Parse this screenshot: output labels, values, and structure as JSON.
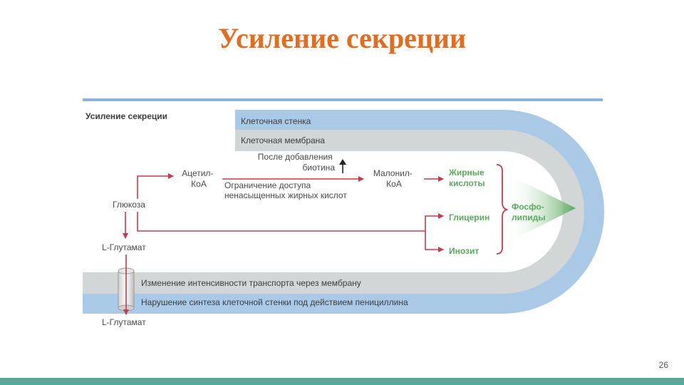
{
  "slide": {
    "title": "Усиление секреции",
    "page_number": "26"
  },
  "diagram": {
    "header": "Усиление секреции",
    "cell_wall": "Клеточная стенка",
    "cell_membrane": "Клеточная мембрана",
    "after_biotin_line1": "После добавления",
    "after_biotin_line2": "биотина",
    "acetyl_line1": "Ацетил-",
    "acetyl_line2": "КоА",
    "malonyl_line1": "Малонил-",
    "malonyl_line2": "КоА",
    "restriction_line1": "Ограничение доступа",
    "restriction_line2": "ненасыщенных жирных кислот",
    "glucose": "Глюкоза",
    "glutamate_inner": "L-Глутамат",
    "glutamate_outer": "L-Глутамат",
    "fatty_acids_line1": "Жирные",
    "fatty_acids_line2": "кислоты",
    "glycerol": "Глицерин",
    "inositol": "Инозит",
    "phospholipids_line1": "Фосфо-",
    "phospholipids_line2": "липиды",
    "transport_change": "Изменение интенсивности транспорта через мембрану",
    "penicillin": "Нарушение синтеза клеточной стенки под действием пенициллина"
  },
  "colors": {
    "title": "#e56c1f",
    "wall": "#a9c9e6",
    "membrane": "#d3d6d7",
    "arrow": "#c8384f",
    "green": "#5aab5e",
    "bottom_bar": "#5aa89a"
  }
}
